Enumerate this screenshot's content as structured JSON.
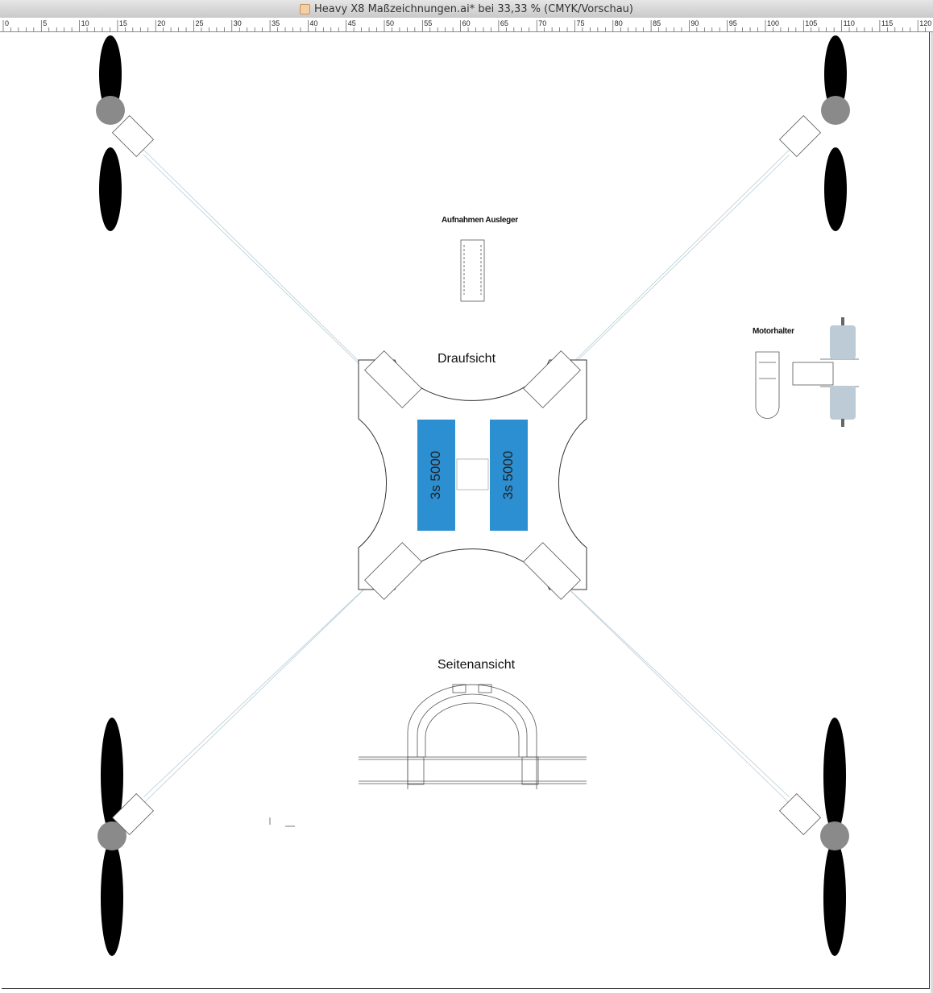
{
  "window": {
    "title": "Heavy X8 Maßzeichnungen.ai* bei 33,33 % (CMYK/Vorschau)",
    "doc_icon": "illustrator-doc-icon"
  },
  "ruler": {
    "labels": [
      "0",
      "5",
      "10",
      "15",
      "20",
      "25",
      "30",
      "35",
      "40",
      "45",
      "50",
      "55",
      "60",
      "65",
      "70",
      "75",
      "80",
      "85",
      "90",
      "95",
      "100",
      "105",
      "110",
      "115",
      "120"
    ]
  },
  "drawing": {
    "label_aufnahmen": "Aufnahmen Ausleger",
    "label_motorhalter": "Motorhalter",
    "label_draufsicht": "Draufsicht",
    "label_seitenansicht": "Seitenansicht",
    "battery_left": "3s 5000",
    "battery_right": "3s 5000",
    "colors": {
      "battery": "#2b8fd1",
      "motor_gray": "#bccbd6",
      "hub": "#8a8a8a",
      "propeller": "#000000"
    }
  }
}
